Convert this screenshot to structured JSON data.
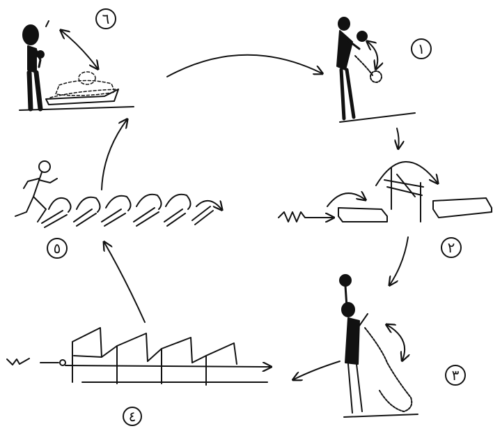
{
  "stations": [
    {
      "id": "station-1",
      "number": "١",
      "content": "kettlebell-swing-figure"
    },
    {
      "id": "station-2",
      "number": "٢",
      "content": "hurdle-jump-between-mats"
    },
    {
      "id": "station-3",
      "number": "٣",
      "content": "kettlebell-overhead-squat-figure"
    },
    {
      "id": "station-4",
      "number": "٤",
      "content": "hurdle-row"
    },
    {
      "id": "station-5",
      "number": "٥",
      "content": "running-figure-with-forward-rolls"
    },
    {
      "id": "station-6",
      "number": "٦",
      "content": "kettlebell-lying-to-standing-figure"
    }
  ],
  "colors": {
    "ink": "#111111",
    "background": "#ffffff"
  },
  "flow": "clockwise-circuit"
}
